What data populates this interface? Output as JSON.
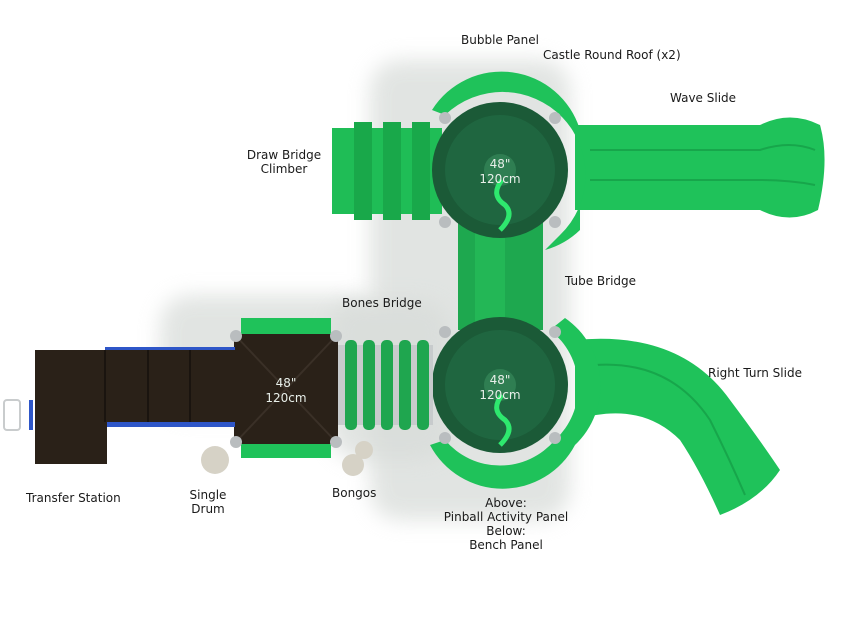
{
  "diagram": {
    "title": "Playground layout top view",
    "colors": {
      "green_bright": "#1fc25a",
      "green_dark": "#1b5a37",
      "deck_brown": "#2a2118",
      "rail_blue": "#2e56c8",
      "post_silver": "#b9bdbf",
      "drum_beige": "#d6d2c6"
    },
    "labels": {
      "bubble_panel": "Bubble Panel",
      "castle_round_roof": "Castle Round Roof (x2)",
      "wave_slide": "Wave Slide",
      "draw_bridge_climber_1": "Draw Bridge",
      "draw_bridge_climber_2": "Climber",
      "tube_bridge": "Tube Bridge",
      "bones_bridge": "Bones Bridge",
      "right_turn_slide": "Right Turn Slide",
      "transfer_station": "Transfer Station",
      "single_drum_1": "Single",
      "single_drum_2": "Drum",
      "bongos": "Bongos",
      "panel_above_label": "Above:",
      "panel_above": "Pinball Activity Panel",
      "panel_below_label": "Below:",
      "panel_below": "Bench Panel"
    },
    "deck_heights": [
      {
        "imperial": "48\"",
        "metric": "120cm"
      },
      {
        "imperial": "48\"",
        "metric": "120cm"
      },
      {
        "imperial": "48\"",
        "metric": "120cm"
      }
    ]
  }
}
